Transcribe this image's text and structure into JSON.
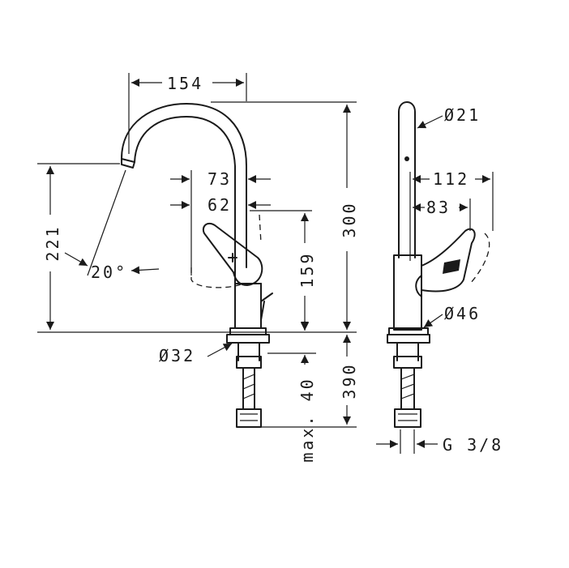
{
  "drawing": {
    "front_view": {
      "dim_spout_reach": "154",
      "dim_handle_center": "73",
      "dim_handle_axis": "62",
      "dim_spout_height": "221",
      "dim_spout_angle": "20°",
      "dim_handle_height": "159",
      "dim_total_height": "300",
      "dim_base_diameter": "Ø32",
      "dim_max_deck": "max. 40",
      "dim_tail_length": "390"
    },
    "side_view": {
      "dim_spout_diameter": "Ø21",
      "dim_handle_swing": "112",
      "dim_handle_depth": "83",
      "dim_body_diameter": "Ø46",
      "dim_connection": "G 3/8"
    }
  }
}
